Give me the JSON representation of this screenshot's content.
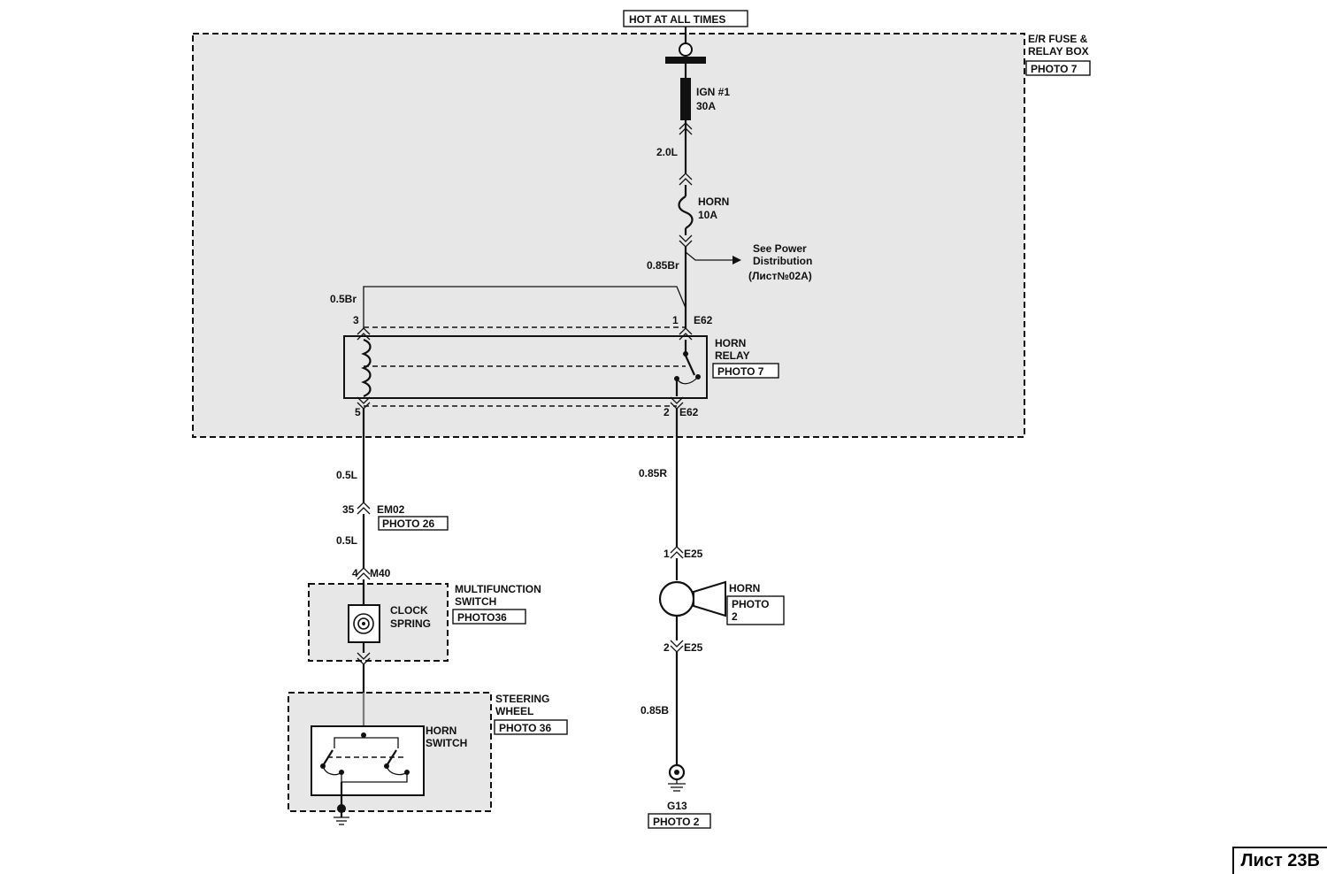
{
  "header": {
    "hot_label": "HOT AT ALL TIMES"
  },
  "fuse_box": {
    "name_line1": "E/R FUSE &",
    "name_line2": "RELAY BOX",
    "photo": "PHOTO 7"
  },
  "fuses": {
    "ign_line1": "IGN #1",
    "ign_line2": "30A",
    "horn_line1": "HORN",
    "horn_line2": "10A"
  },
  "wires": {
    "w1": "2.0L",
    "w2": "0.85Br",
    "w3": "0.5Br",
    "w4": "0.5L",
    "w5": "0.5L",
    "w6": "0.85R",
    "w7": "0.85B"
  },
  "power_ref": {
    "line1": "See Power",
    "line2": "Distribution",
    "line3": "(Лист№02A)"
  },
  "relay": {
    "name_line1": "HORN",
    "name_line2": "RELAY",
    "photo": "PHOTO 7",
    "pin1": "1",
    "pin2": "2",
    "pin3": "3",
    "pin5": "5",
    "conn_top": "E62",
    "conn_bottom": "E62"
  },
  "em02": {
    "pin": "35",
    "name": "EM02",
    "photo": "PHOTO 26"
  },
  "m40": {
    "pin": "4",
    "name": "M40"
  },
  "multifunction": {
    "name_line1": "MULTIFUNCTION",
    "name_line2": "SWITCH",
    "photo": "PHOTO36",
    "spring_line1": "CLOCK",
    "spring_line2": "SPRING"
  },
  "steering": {
    "name_line1": "STEERING",
    "name_line2": "WHEEL",
    "photo": "PHOTO 36",
    "switch_line1": "HORN",
    "switch_line2": "SWITCH"
  },
  "horn": {
    "pin1": "1",
    "pin2": "2",
    "conn1": "E25",
    "conn2": "E25",
    "name": "HORN",
    "photo_line1": "PHOTO",
    "photo_line2": "2"
  },
  "ground": {
    "name": "G13",
    "photo": "PHOTO 2"
  },
  "sheet": {
    "label": "Лист 23B"
  }
}
